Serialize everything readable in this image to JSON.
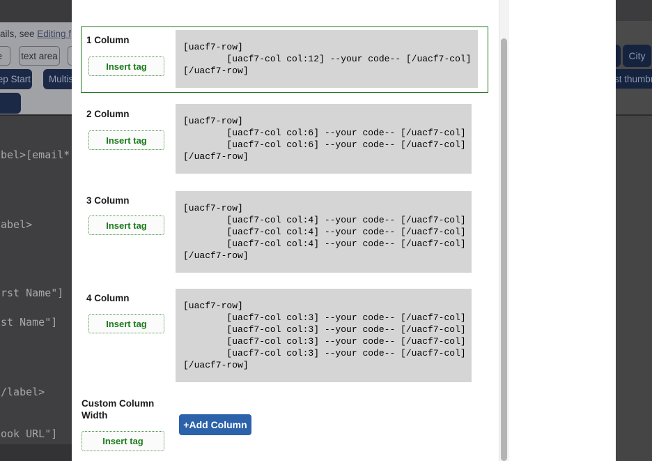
{
  "background": {
    "left": {
      "hint_prefix": "ails, see ",
      "hint_link": "Editing f",
      "tag_button_partial": "te",
      "tag_button_textarea": "text area",
      "navy_button_step": "ep Start",
      "navy_button_multi": "Multis",
      "editor_lines": {
        "line1": "bel>[email* ",
        "line2": "abel>",
        "line3": "rst Name\"]",
        "line4": "st Name\"]",
        "line5": "/label>",
        "line6": "ook URL\"]"
      }
    },
    "right": {
      "button_city": "City",
      "button_thumbnail": "st thumbn"
    }
  },
  "modal": {
    "sections": [
      {
        "label": "1 Column",
        "insert": "Insert tag",
        "code": "[uacf7-row]\n        [uacf7-col col:12] --your code-- [/uacf7-col]\n[/uacf7-row]"
      },
      {
        "label": "2 Column",
        "insert": "Insert tag",
        "code": "[uacf7-row]\n        [uacf7-col col:6] --your code-- [/uacf7-col]\n        [uacf7-col col:6] --your code-- [/uacf7-col]\n[/uacf7-row]"
      },
      {
        "label": "3 Column",
        "insert": "Insert tag",
        "code": "[uacf7-row]\n        [uacf7-col col:4] --your code-- [/uacf7-col]\n        [uacf7-col col:4] --your code-- [/uacf7-col]\n        [uacf7-col col:4] --your code-- [/uacf7-col]\n[/uacf7-row]"
      },
      {
        "label": "4 Column",
        "insert": "Insert tag",
        "code": "[uacf7-row]\n        [uacf7-col col:3] --your code-- [/uacf7-col]\n        [uacf7-col col:3] --your code-- [/uacf7-col]\n        [uacf7-col col:3] --your code-- [/uacf7-col]\n        [uacf7-col col:3] --your code-- [/uacf7-col]\n[/uacf7-row]"
      }
    ],
    "custom": {
      "label": "Custom Column Width",
      "add_button": "+Add Column",
      "insert": "Insert tag"
    }
  },
  "colors": {
    "accent_green": "#207420",
    "insert_green": "#1c7c1c",
    "add_button_blue": "#2b62aa",
    "code_bg": "#d5d5d6",
    "navy_button": "#1b2946"
  }
}
